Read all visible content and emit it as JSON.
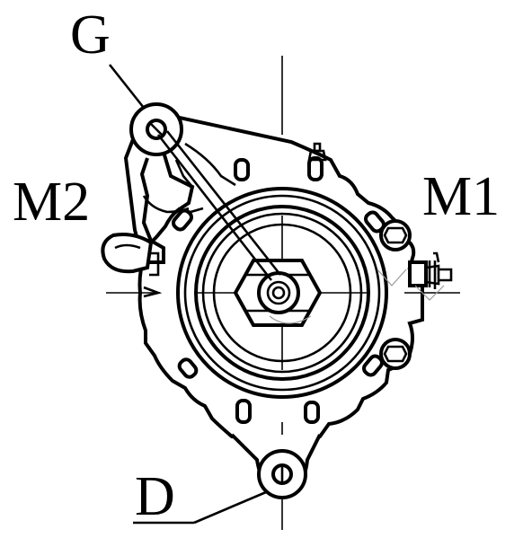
{
  "labels": {
    "g": "G",
    "m2": "M2",
    "m1": "M1",
    "d": "D"
  },
  "colors": {
    "ink": "#000000",
    "background": "#ffffff",
    "watermark": "#9a9a9a"
  }
}
